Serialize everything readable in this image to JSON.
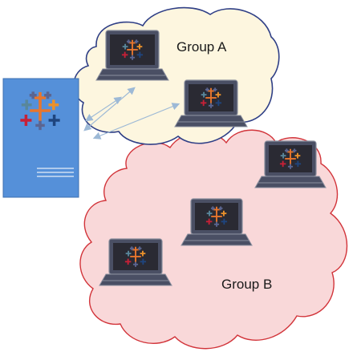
{
  "groups": [
    {
      "id": "a",
      "label": "Group A",
      "fill": "#fdf6df",
      "stroke": "#2f3f86"
    },
    {
      "id": "b",
      "label": "Group B",
      "fill": "#f9d8d9",
      "stroke": "#d2343a"
    }
  ],
  "server": {
    "fill": "#5590d9",
    "stroke": "#3d6fb0"
  },
  "laptop": {
    "screen": "#2a2a33",
    "body": "#4a4f64",
    "bezel": "#8a8f9e"
  },
  "logo_colors": [
    "#e8762d",
    "#c72037",
    "#5b6591",
    "#1f457e",
    "#59879b",
    "#eb912b"
  ],
  "connection_color": "#9db9d6"
}
